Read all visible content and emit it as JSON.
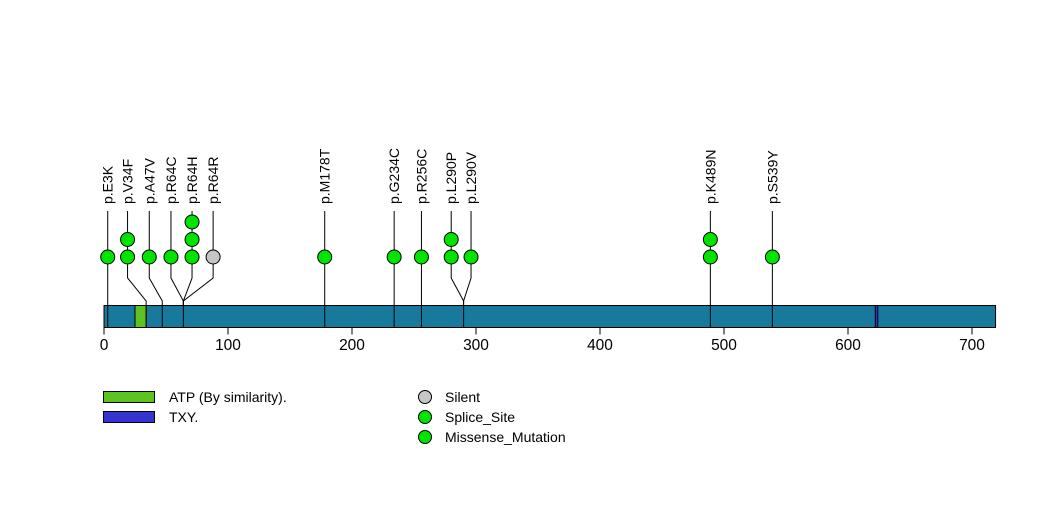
{
  "chart_data": {
    "type": "lollipop",
    "protein_length": 719,
    "x_ticks": [
      0,
      100,
      200,
      300,
      400,
      500,
      600,
      700
    ],
    "bar_color": "#17799c",
    "domains": [
      {
        "label": "ATP (By similarity).",
        "start": 25,
        "end": 34,
        "color": "#5cc322"
      },
      {
        "label": "TXY.",
        "start": 622,
        "end": 624,
        "color": "#3634d0"
      }
    ],
    "mutations": [
      {
        "label": "p.E3K",
        "position": 3,
        "count": 1,
        "type": "Missense_Mutation"
      },
      {
        "label": "p.V34F",
        "position": 34,
        "count": 2,
        "type": "Missense_Mutation",
        "label_column": 19
      },
      {
        "label": "p.A47V",
        "position": 47,
        "count": 1,
        "type": "Missense_Mutation",
        "label_column": 36.5
      },
      {
        "label": "p.R64C",
        "position": 64,
        "count": 1,
        "type": "Missense_Mutation",
        "label_column": 54
      },
      {
        "label": "p.R64H",
        "position": 64,
        "count": 3,
        "type": "Missense_Mutation",
        "label_column": 71
      },
      {
        "label": "p.R64R",
        "position": 64,
        "count": 1,
        "type": "Silent",
        "label_column": 88
      },
      {
        "label": "p.M178T",
        "position": 178,
        "count": 1,
        "type": "Missense_Mutation"
      },
      {
        "label": "p.G234C",
        "position": 234,
        "count": 1,
        "type": "Missense_Mutation"
      },
      {
        "label": "p.R256C",
        "position": 256,
        "count": 1,
        "type": "Missense_Mutation"
      },
      {
        "label": "p.L290P",
        "position": 290,
        "count": 2,
        "type": "Missense_Mutation",
        "label_column": 280
      },
      {
        "label": "p.L290V",
        "position": 290,
        "count": 1,
        "type": "Missense_Mutation",
        "label_column": 296
      },
      {
        "label": "p.K489N",
        "position": 489,
        "count": 2,
        "type": "Missense_Mutation"
      },
      {
        "label": "p.S539Y",
        "position": 539,
        "count": 1,
        "type": "Missense_Mutation"
      }
    ]
  },
  "legend": {
    "domains": [
      {
        "label": "ATP (By similarity).",
        "color": "#5cc322"
      },
      {
        "label": "TXY.",
        "color": "#3634d0"
      }
    ],
    "types": [
      {
        "label": "Silent",
        "color": "#c6c6c6"
      },
      {
        "label": "Splice_Site",
        "color": "#00e400"
      },
      {
        "label": "Missense_Mutation",
        "color": "#00e400"
      }
    ]
  }
}
